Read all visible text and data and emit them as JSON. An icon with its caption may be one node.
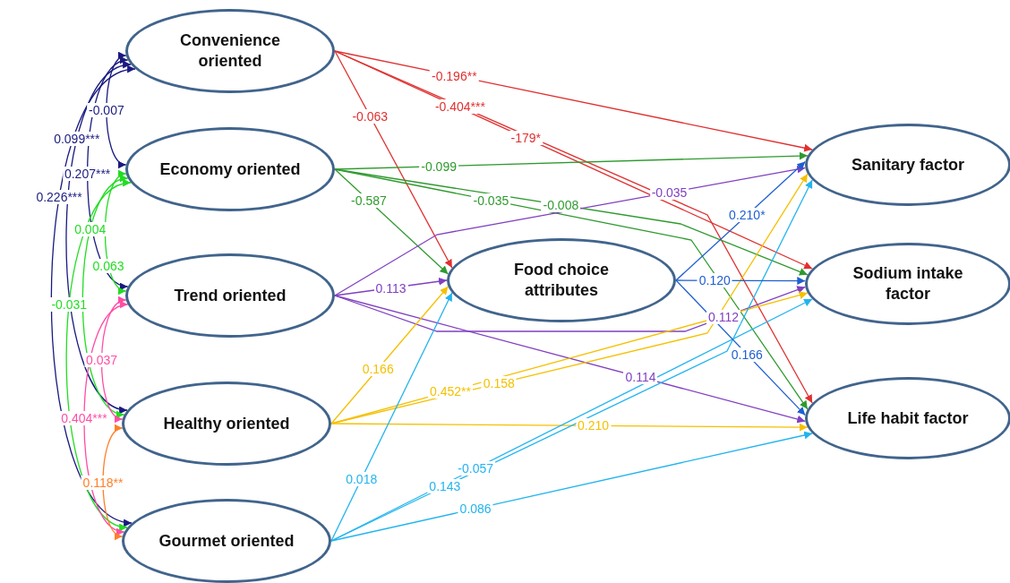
{
  "diagram": {
    "nodes": [
      {
        "text": [
          "Convenience oriented"
        ]
      },
      {
        "text": [
          "Economy oriented"
        ]
      },
      {
        "text": [
          "Trend oriented"
        ]
      },
      {
        "text": [
          "Healthy oriented"
        ]
      },
      {
        "text": [
          "Gourmet oriented"
        ]
      },
      {
        "text": [
          "Food choice attributes"
        ]
      },
      {
        "text": [
          "Sanitary factor"
        ]
      },
      {
        "text": [
          "Sodium intake factor"
        ]
      },
      {
        "text": [
          "Life habit factor"
        ]
      }
    ],
    "edges": [
      {
        "from": 0,
        "to": 5,
        "arrow": "to",
        "label": "-0.063",
        "color": "#e03030"
      },
      {
        "from": 0,
        "to": 6,
        "arrow": "to",
        "label": "-0.196**",
        "color": "#e03030"
      },
      {
        "from": 0,
        "to": 7,
        "arrow": "to",
        "label": "-179*",
        "color": "#e03030"
      },
      {
        "from": 0,
        "to": 8,
        "arrow": "to",
        "label": "-0.404***",
        "color": "#e03030"
      },
      {
        "from": 1,
        "to": 5,
        "arrow": "to",
        "label": "-0.587",
        "color": "#2e9a2e"
      },
      {
        "from": 1,
        "to": 6,
        "arrow": "to",
        "label": "-0.099",
        "color": "#2e9a2e"
      },
      {
        "from": 1,
        "to": 7,
        "arrow": "to",
        "label": "-0.008",
        "color": "#2e9a2e"
      },
      {
        "from": 1,
        "to": 8,
        "arrow": "to",
        "label": "-0.035",
        "color": "#2e9a2e"
      },
      {
        "from": 2,
        "to": 5,
        "arrow": "to",
        "label": "0.113",
        "color": "#8040c0"
      },
      {
        "from": 2,
        "to": 6,
        "arrow": "to",
        "label": "-0.035",
        "color": "#8040c0"
      },
      {
        "from": 2,
        "to": 7,
        "arrow": "to",
        "label": "0.112",
        "color": "#8040c0"
      },
      {
        "from": 2,
        "to": 8,
        "arrow": "to",
        "label": "0.114",
        "color": "#8040c0"
      },
      {
        "from": 3,
        "to": 5,
        "arrow": "to",
        "label": "0.166",
        "color": "#f5c000"
      },
      {
        "from": 3,
        "to": 6,
        "arrow": "to",
        "label": "0.158",
        "color": "#f5c000"
      },
      {
        "from": 3,
        "to": 7,
        "arrow": "to",
        "label": "0.452**",
        "color": "#f5c000"
      },
      {
        "from": 3,
        "to": 8,
        "arrow": "to",
        "label": "0.210",
        "color": "#f5c000"
      },
      {
        "from": 4,
        "to": 5,
        "arrow": "to",
        "label": "0.018",
        "color": "#22b4ee"
      },
      {
        "from": 4,
        "to": 6,
        "arrow": "to",
        "label": "0.143",
        "color": "#22b4ee"
      },
      {
        "from": 4,
        "to": 7,
        "arrow": "to",
        "label": "-0.057",
        "color": "#22b4ee"
      },
      {
        "from": 4,
        "to": 8,
        "arrow": "to",
        "label": "0.086",
        "color": "#22b4ee"
      },
      {
        "from": 5,
        "to": 6,
        "arrow": "to",
        "label": "0.210*",
        "color": "#1e5fd0"
      },
      {
        "from": 5,
        "to": 7,
        "arrow": "to",
        "label": "0.120",
        "color": "#1e5fd0"
      },
      {
        "from": 5,
        "to": 8,
        "arrow": "to",
        "label": "0.166",
        "color": "#1e5fd0"
      },
      {
        "from": 0,
        "to": 1,
        "arrow": "both",
        "label": "-0.007",
        "color": "#1a1a80"
      },
      {
        "from": 0,
        "to": 2,
        "arrow": "both",
        "label": "0.207***",
        "color": "#1a1a80"
      },
      {
        "from": 0,
        "to": 3,
        "arrow": "both",
        "label": "0.099***",
        "color": "#1a1a80"
      },
      {
        "from": 0,
        "to": 4,
        "arrow": "both",
        "label": "0.226***",
        "color": "#1a1a80"
      },
      {
        "from": 1,
        "to": 2,
        "arrow": "both",
        "label": "0.063",
        "color": "#22dd22"
      },
      {
        "from": 1,
        "to": 3,
        "arrow": "both",
        "label": "0.004",
        "color": "#22dd22"
      },
      {
        "from": 1,
        "to": 4,
        "arrow": "both",
        "label": "-0.031",
        "color": "#22dd22"
      },
      {
        "from": 2,
        "to": 3,
        "arrow": "both",
        "label": "0.037",
        "color": "#ff4da6"
      },
      {
        "from": 2,
        "to": 4,
        "arrow": "both",
        "label": "0.404***",
        "color": "#ff4da6"
      },
      {
        "from": 3,
        "to": 4,
        "arrow": "both",
        "label": "0.118**",
        "color": "#ff7f27"
      }
    ]
  }
}
